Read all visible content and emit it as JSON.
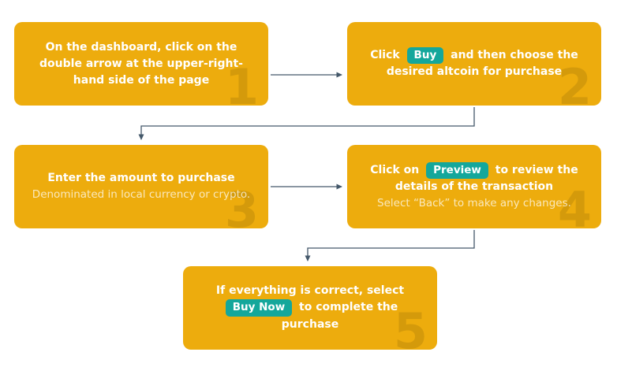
{
  "colors": {
    "card_background": "#EDAC0D",
    "badge_background": "#14A79B",
    "main_text": "#FFFFFF",
    "secondary_text": "rgba(255,255,255,0.72)",
    "arrow": "#44586A",
    "number_overlay": "rgba(0,0,0,0.10)"
  },
  "steps": [
    {
      "number": "1",
      "text": "On the dashboard, click on the double arrow at the upper-right-hand side of the page"
    },
    {
      "number": "2",
      "before": "Click",
      "badge": "Buy",
      "after": "and then choose the desired altcoin for purchase"
    },
    {
      "number": "3",
      "title": "Enter the amount to purchase",
      "subtitle": "Denominated in local currency or crypto."
    },
    {
      "number": "4",
      "before": "Click on",
      "badge": "Preview",
      "after": "to review the details of the transaction",
      "subtitle": "Select “Back” to make any changes."
    },
    {
      "number": "5",
      "before": "If everything is correct, select",
      "badge": "Buy Now",
      "after": "to complete the purchase"
    }
  ]
}
